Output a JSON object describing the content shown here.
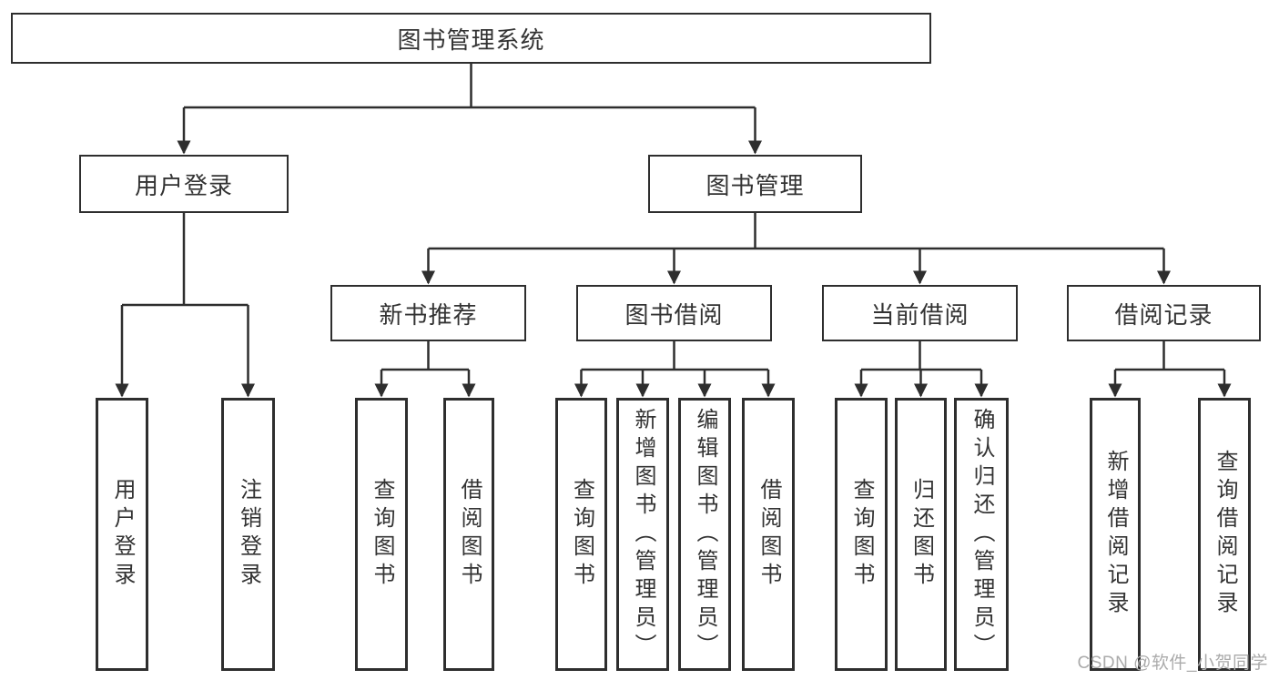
{
  "tree": {
    "root": "图书管理系统",
    "user_login": {
      "label": "用户登录",
      "children": {
        "login": "用户登录",
        "logout": "注销登录"
      }
    },
    "book_mgmt": {
      "label": "图书管理",
      "new_book": {
        "label": "新书推荐",
        "children": {
          "query": "查询图书",
          "borrow": "借阅图书"
        }
      },
      "book_borrow": {
        "label": "图书借阅",
        "children": {
          "query": "查询图书",
          "add": "新增图书（管理员）",
          "edit": "编辑图书（管理员）",
          "borrow": "借阅图书"
        }
      },
      "current_borrow": {
        "label": "当前借阅",
        "children": {
          "query": "查询图书",
          "return": "归还图书",
          "confirm_return": "确认归还（管理员）"
        }
      },
      "borrow_record": {
        "label": "借阅记录",
        "children": {
          "add": "新增借阅记录",
          "query": "查询借阅记录"
        }
      }
    }
  },
  "watermark": "CSDN @软件_小贺同学",
  "colors": {
    "line": "#2e2e2e",
    "text": "#333333",
    "watermark": "#ababab",
    "background": "#ffffff"
  }
}
